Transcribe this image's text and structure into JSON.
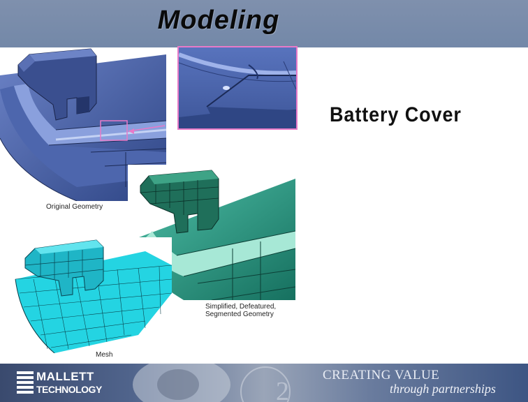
{
  "header": {
    "title": "Modeling"
  },
  "content": {
    "subtitle": "Battery Cover",
    "captions": {
      "original": "Original Geometry",
      "simplified_line1": "Simplified, Defeatured,",
      "simplified_line2": "Segmented Geometry",
      "mesh": "Mesh"
    }
  },
  "footer": {
    "logo_line1": "MALLETT",
    "logo_line2": "TECHNOLOGY",
    "slogan_line1": "CREATING VALUE",
    "slogan_line2": "through partnerships"
  },
  "colors": {
    "header_bg": "#7a8cab",
    "geometry_blue": "#3c5596",
    "segmented_green": "#1e8a78",
    "mesh_cyan": "#1fd3e0",
    "callout_pink": "#e87ac8"
  }
}
